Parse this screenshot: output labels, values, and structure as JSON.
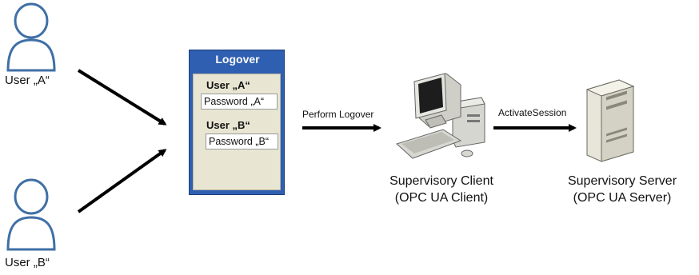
{
  "users": [
    {
      "label": "User „A“"
    },
    {
      "label": "User „B“"
    }
  ],
  "logover_panel": {
    "title": "Logover",
    "user_a_label": "User „A“",
    "password_a": "Password „A“",
    "user_b_label": "User „B“",
    "password_b": "Password „B“"
  },
  "edges": {
    "perform_logover": "Perform Logover",
    "activate_session": "ActivateSession"
  },
  "client": {
    "line1": "Supervisory Client",
    "line2": "(OPC UA Client)"
  },
  "server": {
    "line1": "Supervisory Server",
    "line2": "(OPC UA Server)"
  },
  "colors": {
    "user_outline": "#3f6fa6",
    "panel_blue": "#2f5fb1",
    "panel_inner": "#e8e6d2",
    "arrow": "#000000"
  }
}
